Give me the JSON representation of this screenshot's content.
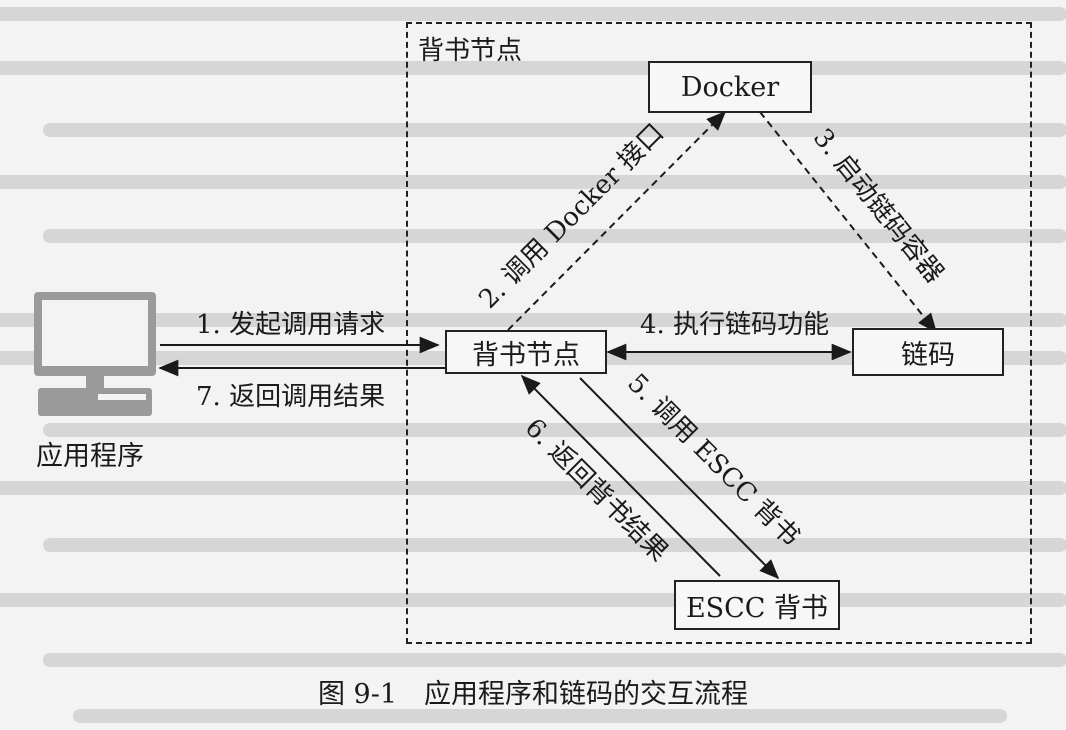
{
  "region": {
    "label": "背书节点"
  },
  "nodes": {
    "docker": "Docker",
    "endorser": "背书节点",
    "chaincode": "链码",
    "escc": "ESCC 背书",
    "app": "应用程序"
  },
  "edges": {
    "e1": "1. 发起调用请求",
    "e2": "2. 调用 Docker 接口",
    "e3": "3. 启动链码容器",
    "e4": "4. 执行链码功能",
    "e5": "5. 调用 ESCC 背书",
    "e6": "6. 返回背书结果",
    "e7": "7. 返回调用结果"
  },
  "caption": "图 9-1　应用程序和链码的交互流程",
  "colors": {
    "ink": "#1a1a1a",
    "paper": "#f3f3f3",
    "ghost": "#c9c9c9"
  },
  "icons": {
    "app": "computer-icon"
  }
}
